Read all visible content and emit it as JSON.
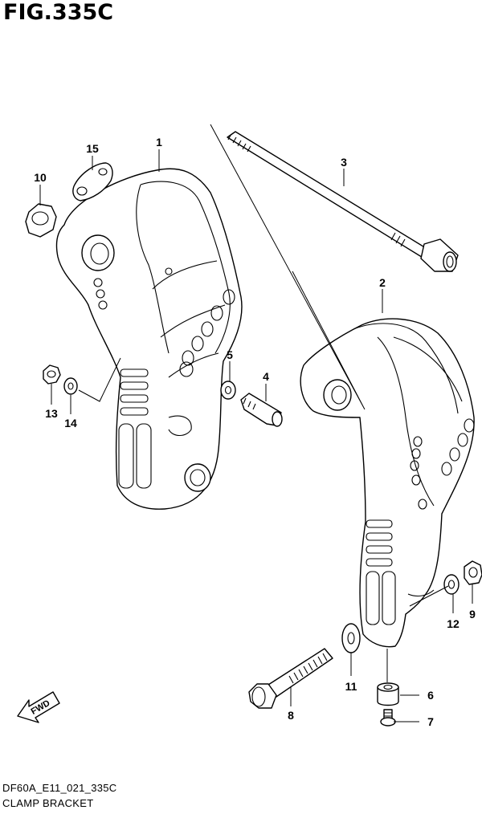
{
  "figure": {
    "title": "FIG.335C"
  },
  "footer": {
    "code": "DF60A_E11_021_335C",
    "name": "CLAMP BRACKET"
  },
  "fwd_arrow": {
    "label": "FWD"
  },
  "callouts": {
    "c1": "1",
    "c2": "2",
    "c3": "3",
    "c4": "4",
    "c5": "5",
    "c6": "6",
    "c7": "7",
    "c8": "8",
    "c9": "9",
    "c10": "10",
    "c11": "11",
    "c12": "12",
    "c13": "13",
    "c14": "14",
    "c15": "15"
  }
}
